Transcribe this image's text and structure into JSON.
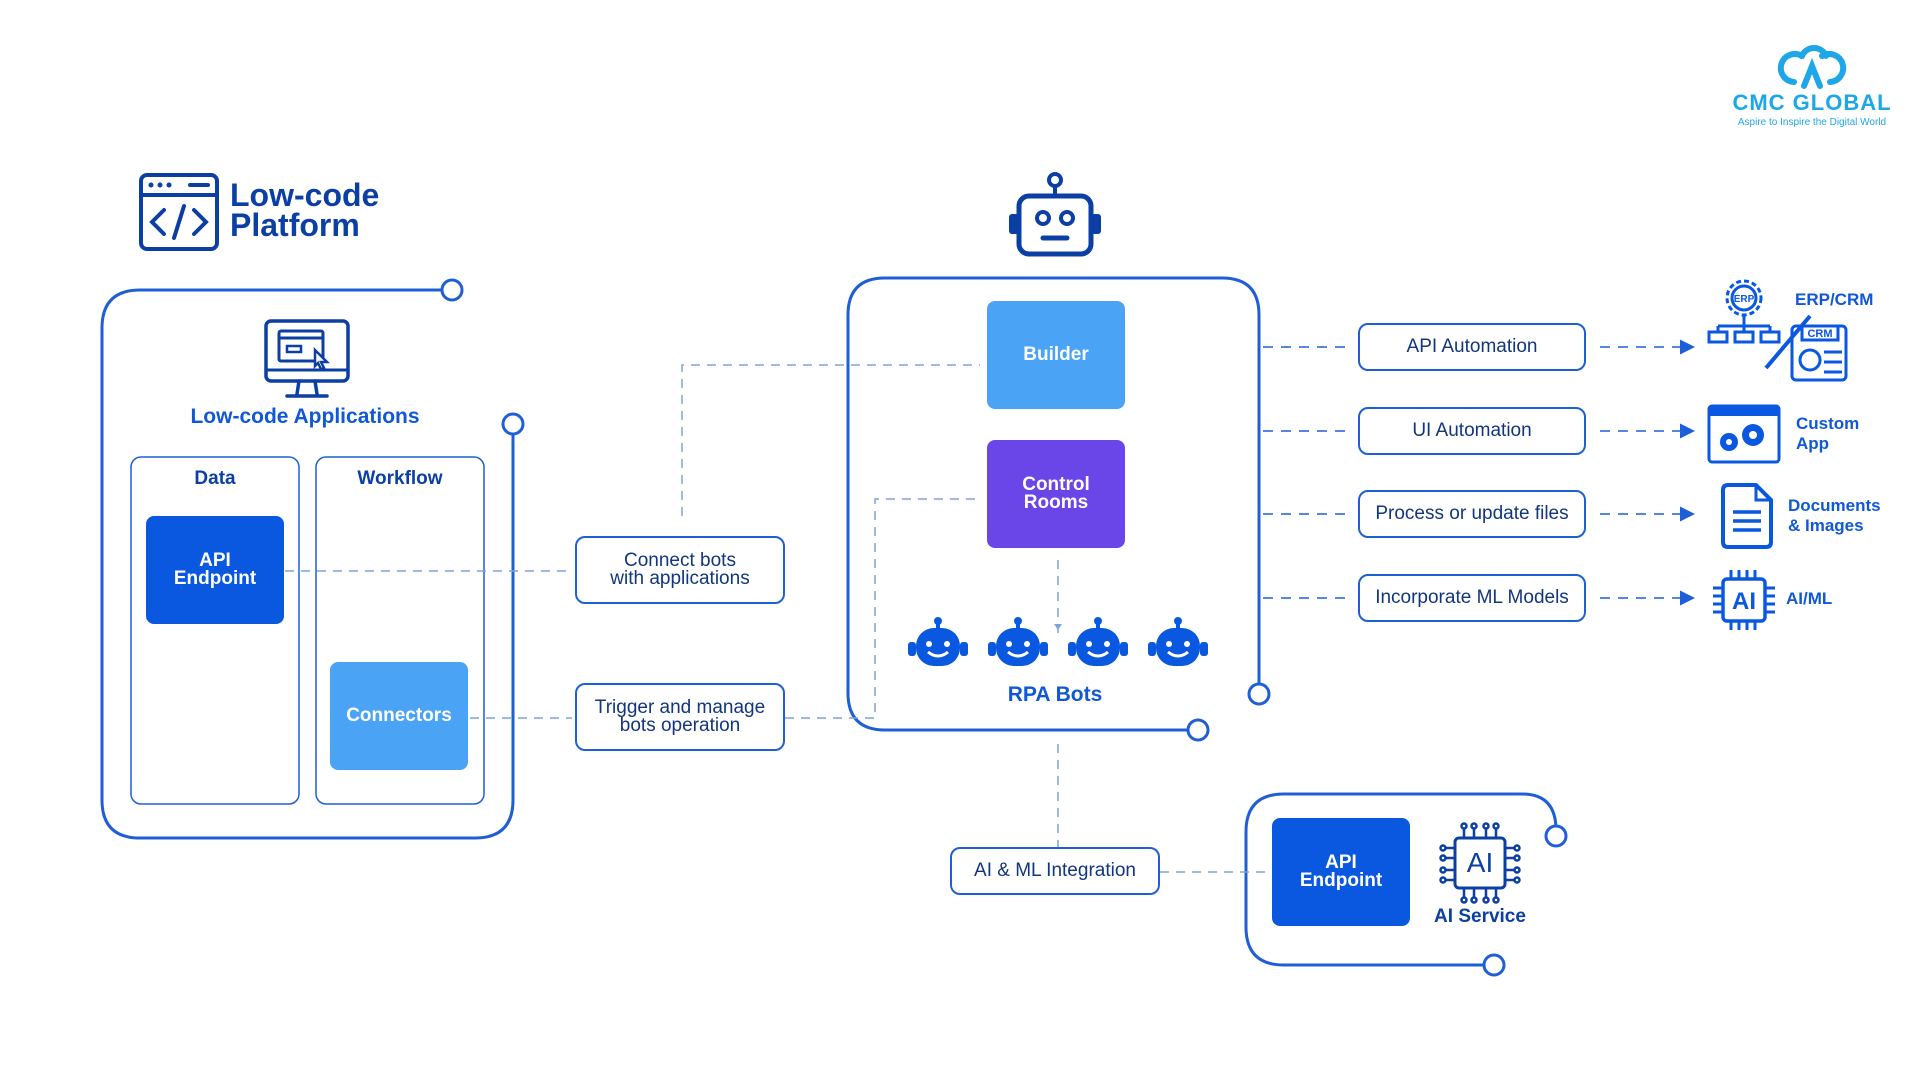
{
  "brand": {
    "name": "CMC GLOBAL",
    "tagline": "Aspire to Inspire the Digital World",
    "color": "#1ea7e8"
  },
  "colors": {
    "primary": "#0a57e0",
    "light": "#4aa3f5",
    "purple": "#6a45e8",
    "outline": "#1f5fd6",
    "dark_text": "#0b3fa3"
  },
  "lowcode": {
    "title_line1": "Low-code",
    "title_line2": "Platform",
    "apps_label": "Low-code Applications",
    "data_label": "Data",
    "workflow_label": "Workflow",
    "api_endpoint": "API\nEndpoint",
    "connectors": "Connectors"
  },
  "middle": {
    "connect_bots": "Connect bots\nwith applications",
    "trigger_bots": "Trigger and manage\nbots operation"
  },
  "rpa": {
    "builder": "Builder",
    "control_rooms": "Control\nRooms",
    "bots_label": "RPA Bots"
  },
  "automations": [
    {
      "label": "API Automation",
      "target": "ERP/CRM",
      "icon": "erp-crm-icon"
    },
    {
      "label": "UI Automation",
      "target": "Custom\nApp",
      "icon": "custom-app-icon"
    },
    {
      "label": "Process or update files",
      "target": "Documents\n& Images",
      "icon": "documents-icon"
    },
    {
      "label": "Incorporate ML Models",
      "target": "AI/ML",
      "icon": "ai-chip-icon"
    }
  ],
  "erp_badge": "ERP",
  "crm_badge": "CRM",
  "ai_chip_text": "AI",
  "integration": {
    "label": "AI & ML Integration",
    "api_endpoint": "API\nEndpoint",
    "ai_service": "AI Service"
  }
}
